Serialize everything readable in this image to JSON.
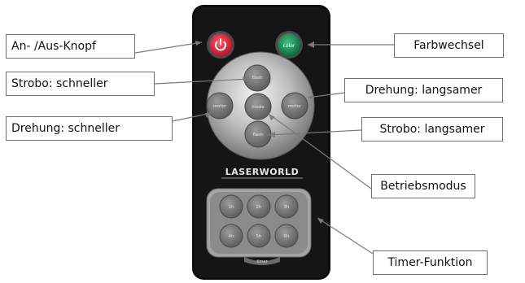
{
  "labels": {
    "power": "An- /Aus-Knopf",
    "color_change": "Farbwechsel",
    "strobe_faster": "Strobo: schneller",
    "rotation_slower": "Drehung: langsamer",
    "rotation_faster": "Drehung: schneller",
    "strobe_slower": "Strobo: langsamer",
    "mode": "Betriebsmodus",
    "timer": "Timer-Funktion"
  },
  "remote": {
    "brand": "LASERWORLD",
    "buttons": {
      "color": "color",
      "up": "flash",
      "left": "motor",
      "center": "mode",
      "right": "motor",
      "down": "flash"
    },
    "timer_buttons": [
      "1h",
      "2h",
      "3h",
      "4h",
      "5h",
      "6h"
    ],
    "timer_caption": "timer"
  },
  "colors": {
    "power_red": "#e0283a",
    "color_green": "#1f8f5a",
    "body": "#0e0e0e",
    "pad_gray": "#8a8a8a"
  }
}
